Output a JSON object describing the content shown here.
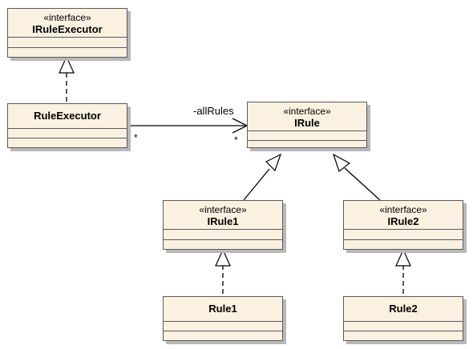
{
  "classes": {
    "irule_executor": {
      "stereotype": "«interface»",
      "name": "IRuleExecutor"
    },
    "rule_executor": {
      "stereotype": "",
      "name": "RuleExecutor"
    },
    "irule": {
      "stereotype": "«interface»",
      "name": "IRule"
    },
    "irule1": {
      "stereotype": "«interface»",
      "name": "IRule1"
    },
    "irule2": {
      "stereotype": "«interface»",
      "name": "IRule2"
    },
    "rule1": {
      "stereotype": "",
      "name": "Rule1"
    },
    "rule2": {
      "stereotype": "",
      "name": "Rule2"
    }
  },
  "associations": {
    "all_rules": {
      "role": "-allRules",
      "source_multiplicity": "*",
      "target_multiplicity": "*"
    }
  },
  "colors": {
    "box_fill": "#fbf1e1",
    "box_border": "#5a5a5a",
    "line": "#000000"
  }
}
